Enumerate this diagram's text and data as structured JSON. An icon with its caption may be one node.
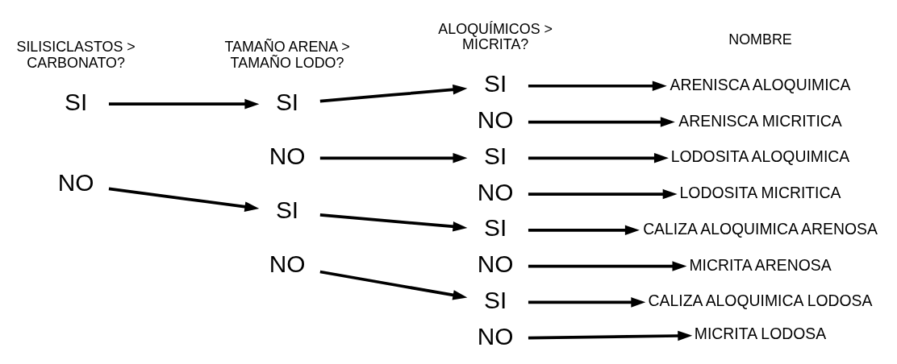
{
  "diagram": {
    "nodes": [
      {
        "text": [
          "SI"
        ]
      },
      {
        "text": [
          "NO"
        ]
      },
      {
        "text": [
          "SI"
        ]
      },
      {
        "text": [
          "NO"
        ]
      },
      {
        "text": [
          "SI"
        ]
      },
      {
        "text": [
          "NO"
        ]
      },
      {
        "text": [
          "SI"
        ]
      },
      {
        "text": [
          "NO"
        ]
      },
      {
        "text": [
          "SI"
        ]
      },
      {
        "text": [
          "NO"
        ]
      },
      {
        "text": [
          "SI"
        ]
      },
      {
        "text": [
          "NO"
        ]
      },
      {
        "text": [
          "SI"
        ]
      },
      {
        "text": [
          "NO"
        ]
      },
      {
        "text": [
          "ARENISCA ALOQUIMICA"
        ]
      },
      {
        "text": [
          "ARENISCA MICRITICA"
        ]
      },
      {
        "text": [
          "LODOSITA ALOQUIMICA"
        ]
      },
      {
        "text": [
          "LODOSITA MICRITICA"
        ]
      },
      {
        "text": [
          "CALIZA ALOQUIMICA ARENOSA"
        ]
      },
      {
        "text": [
          "MICRITA ARENOSA"
        ]
      },
      {
        "text": [
          "CALIZA ALOQUIMICA LODOSA"
        ]
      },
      {
        "text": [
          "MICRITA LODOSA"
        ]
      }
    ],
    "edges": [
      {
        "from": 0,
        "to": 2,
        "arrow": "to"
      },
      {
        "from": 1,
        "to": 4,
        "arrow": "to"
      },
      {
        "from": 2,
        "to": 6,
        "arrow": "to"
      },
      {
        "from": 3,
        "to": 8,
        "arrow": "to"
      },
      {
        "from": 4,
        "to": 10,
        "arrow": "to"
      },
      {
        "from": 5,
        "to": 12,
        "arrow": "to"
      },
      {
        "from": 6,
        "to": 14,
        "arrow": "to"
      },
      {
        "from": 7,
        "to": 15,
        "arrow": "to"
      },
      {
        "from": 8,
        "to": 16,
        "arrow": "to"
      },
      {
        "from": 9,
        "to": 17,
        "arrow": "to"
      },
      {
        "from": 10,
        "to": 18,
        "arrow": "to"
      },
      {
        "from": 11,
        "to": 19,
        "arrow": "to"
      },
      {
        "from": 12,
        "to": 20,
        "arrow": "to"
      },
      {
        "from": 13,
        "to": 21,
        "arrow": "to"
      }
    ],
    "labels": [
      "SILISICLASTOS > CARBONATO?",
      "TAMAÑO ARENA > TAMAÑO LODO?",
      "ALOQUÍMICOS > MICRITA?",
      "NOMBRE"
    ]
  }
}
